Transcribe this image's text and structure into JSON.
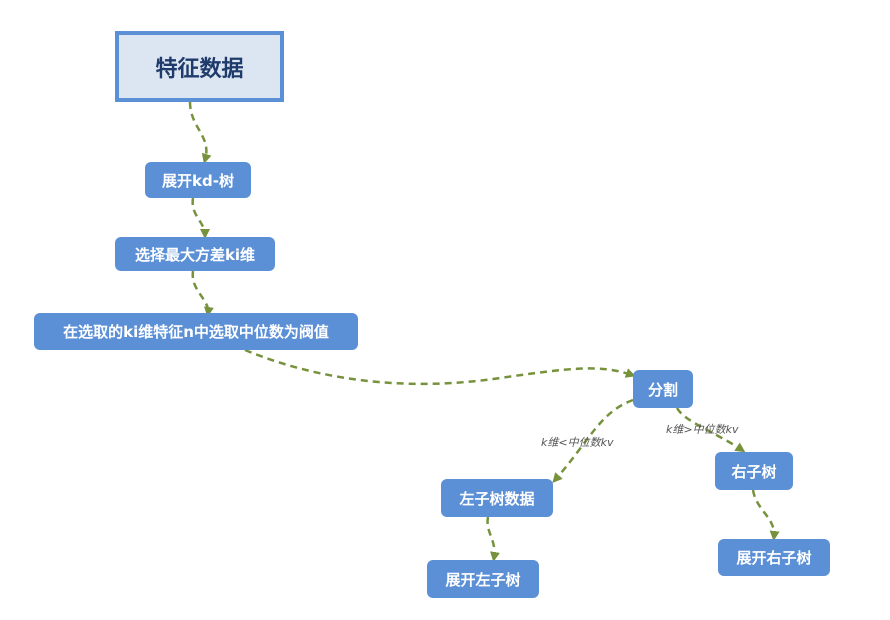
{
  "colors": {
    "node_fill": "#5b8fd6",
    "root_fill": "#dce6f2",
    "root_border": "#5b8fd6",
    "edge": "#76923c"
  },
  "nodes": {
    "root": "特征数据",
    "expand_kd": "展开kd-树",
    "select_dim": "选择最大方差ki维",
    "threshold": "在选取的ki维特征n中选取中位数为阀值",
    "split": "分割",
    "left_data": "左子树数据",
    "right_tree": "右子树",
    "expand_left": "展开左子树",
    "expand_right": "展开右子树"
  },
  "edge_labels": {
    "left": "k维<中位数kv",
    "right": "k维>中位数kv"
  }
}
